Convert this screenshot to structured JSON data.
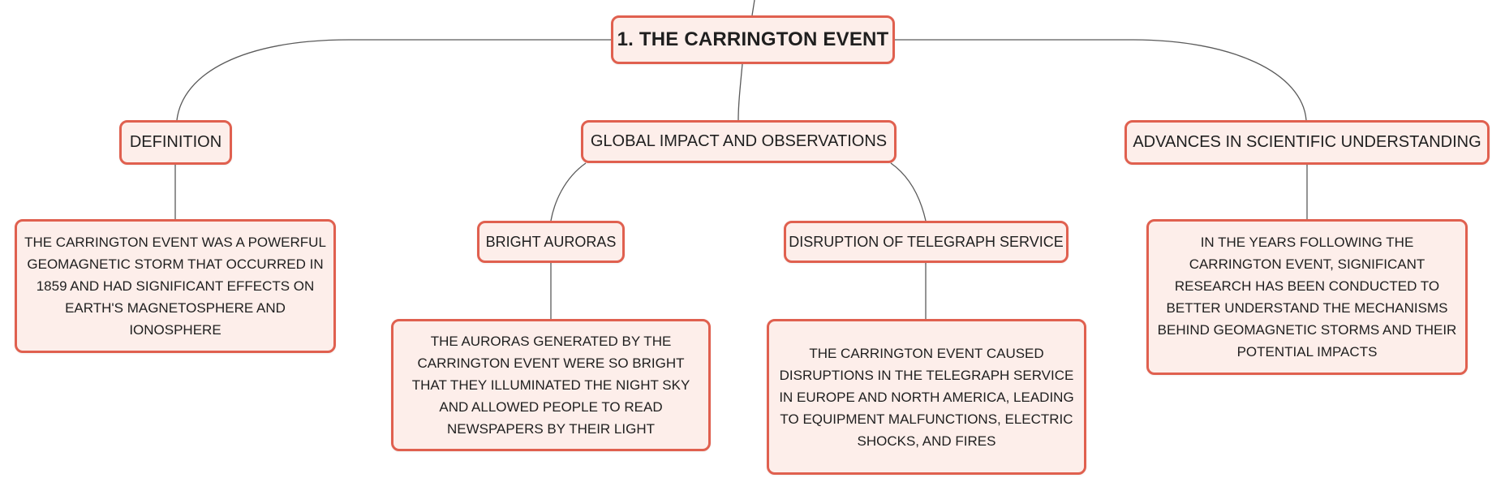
{
  "root": {
    "label": "1. THE CARRINGTON EVENT"
  },
  "topics": [
    {
      "label": "DEFINITION",
      "description": "THE CARRINGTON EVENT WAS A POWERFUL GEOMAGNETIC STORM THAT OCCURRED IN 1859 AND HAD SIGNIFICANT EFFECTS ON EARTH'S MAGNETOSPHERE AND IONOSPHERE"
    },
    {
      "label": "GLOBAL IMPACT AND OBSERVATIONS",
      "subtopics": [
        {
          "label": "BRIGHT AURORAS",
          "description": "THE AURORAS GENERATED BY THE CARRINGTON EVENT WERE SO BRIGHT THAT THEY ILLUMINATED THE NIGHT SKY AND ALLOWED PEOPLE TO READ NEWSPAPERS BY THEIR LIGHT"
        },
        {
          "label": "DISRUPTION OF TELEGRAPH SERVICE",
          "description": "THE CARRINGTON EVENT CAUSED DISRUPTIONS IN THE TELEGRAPH SERVICE IN EUROPE AND NORTH AMERICA, LEADING TO EQUIPMENT MALFUNCTIONS, ELECTRIC SHOCKS, AND FIRES"
        }
      ]
    },
    {
      "label": "ADVANCES IN SCIENTIFIC UNDERSTANDING",
      "description": "IN THE YEARS FOLLOWING THE CARRINGTON EVENT, SIGNIFICANT RESEARCH HAS BEEN CONDUCTED TO BETTER UNDERSTAND THE MECHANISMS BEHIND GEOMAGNETIC STORMS AND THEIR POTENTIAL IMPACTS"
    }
  ],
  "colors": {
    "node_fill": "#fdeeea",
    "node_border": "#e0604f",
    "connector": "#5a5a5a",
    "text": "#1f1f1f"
  }
}
